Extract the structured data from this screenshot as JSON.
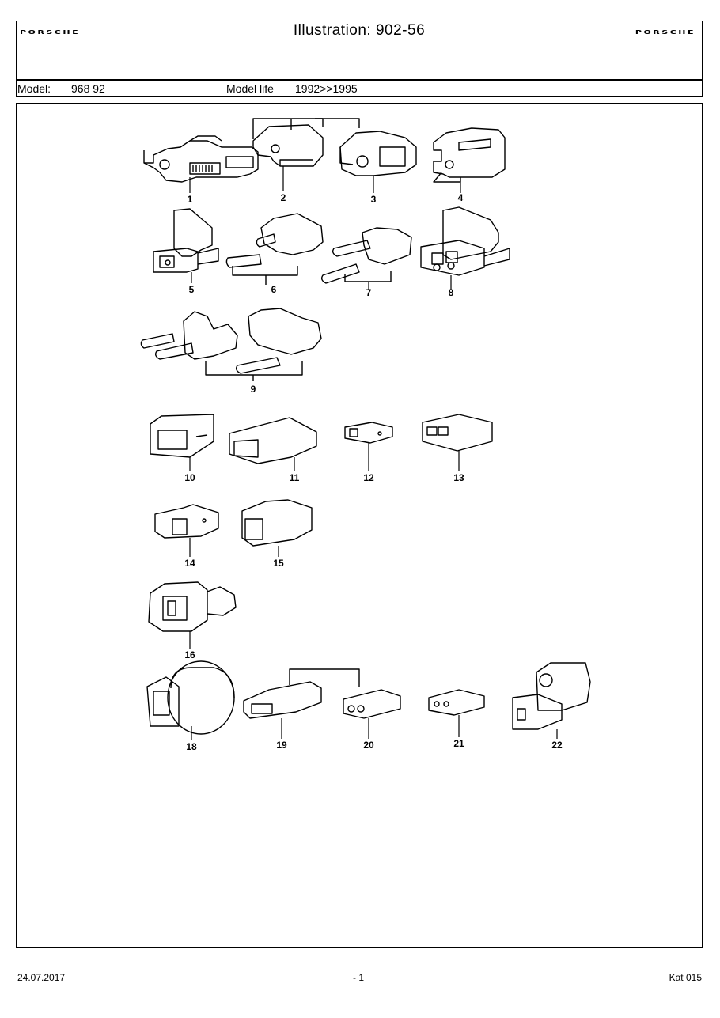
{
  "header": {
    "logo_left": "PORSCHE",
    "logo_right": "PORSCHE",
    "title": "Illustration: 902-56",
    "model_label": "Model:",
    "model_value": "968 92",
    "model_life_label": "Model life",
    "model_life_value": "1992>>1995"
  },
  "illustration": {
    "part_numbers": [
      "1",
      "2",
      "3",
      "4",
      "5",
      "6",
      "7",
      "8",
      "9",
      "10",
      "11",
      "12",
      "13",
      "14",
      "15",
      "16",
      "18",
      "19",
      "20",
      "21",
      "22"
    ]
  },
  "footer": {
    "date": "24.07.2017",
    "page": "- 1",
    "catalog": "Kat 015"
  }
}
